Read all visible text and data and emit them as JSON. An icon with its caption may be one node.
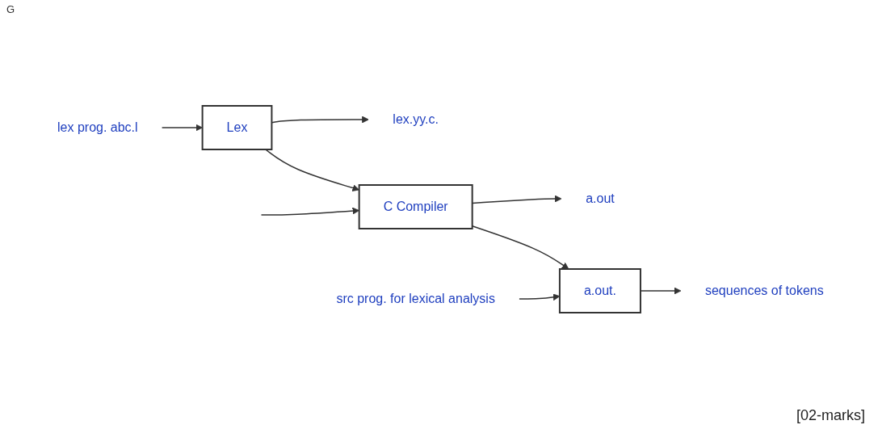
{
  "diagram": {
    "nodes": [
      {
        "text": [
          "lex prog. abc.l"
        ]
      },
      {
        "text": [
          "Lex"
        ]
      },
      {
        "text": [
          "lex.yy.c."
        ]
      },
      {
        "text": [
          "C Compiler"
        ]
      },
      {
        "text": [
          "a.out"
        ]
      },
      {
        "text": [
          "src prog. for lexical analysis"
        ]
      },
      {
        "text": [
          "a.out."
        ]
      },
      {
        "text": [
          "sequences of tokens"
        ]
      }
    ],
    "edges": [
      {
        "from": 0,
        "to": 1,
        "arrow": "to"
      },
      {
        "from": 1,
        "to": 2,
        "arrow": "to"
      },
      {
        "from": 1,
        "to": 3,
        "arrow": "to"
      },
      {
        "from": null,
        "to": 3,
        "arrow": "to"
      },
      {
        "from": 3,
        "to": 4,
        "arrow": "to"
      },
      {
        "from": 3,
        "to": 6,
        "arrow": "to"
      },
      {
        "from": 5,
        "to": 6,
        "arrow": "to"
      },
      {
        "from": 6,
        "to": 7,
        "arrow": "to"
      }
    ],
    "labels": [
      "G",
      "[02-marks]"
    ]
  }
}
